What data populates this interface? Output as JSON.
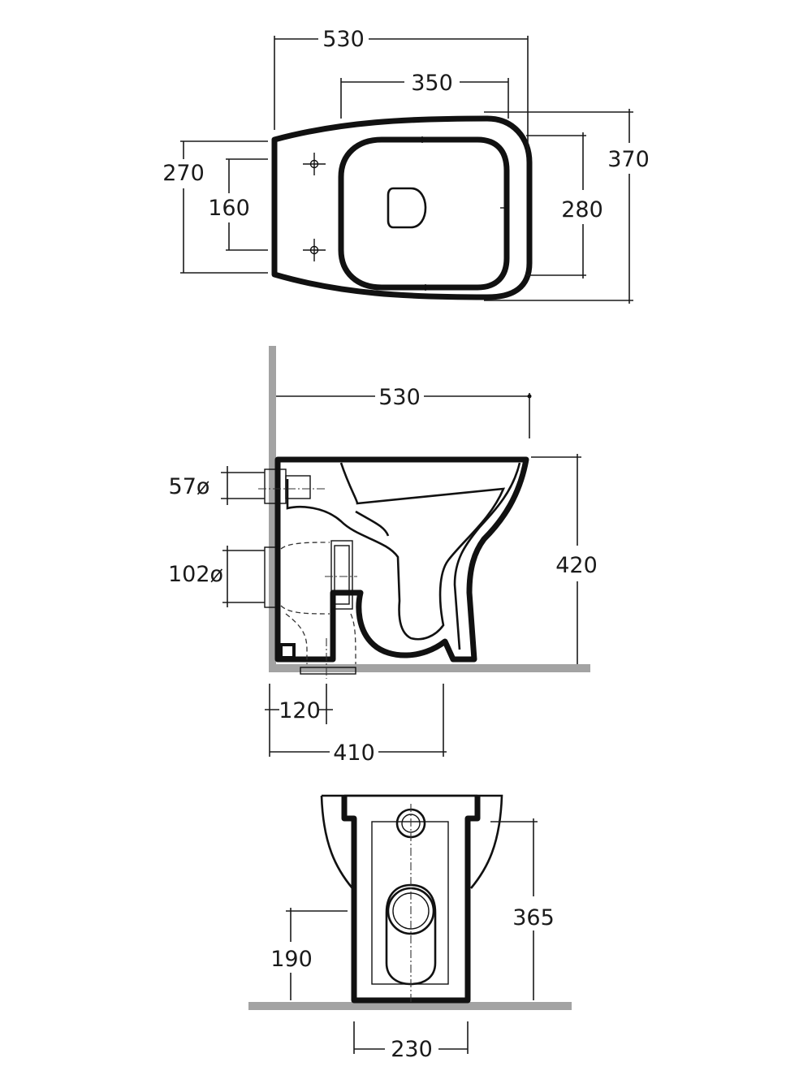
{
  "palette": {
    "line": "#111111",
    "wall": "#a3a3a3",
    "background": "#ffffff"
  },
  "top_view": {
    "overall_length": "530",
    "seat_length": "350",
    "overall_width": "270",
    "fixing_spacing": "160",
    "depth": "370",
    "bowl_width": "280"
  },
  "side_view": {
    "length": "530",
    "inlet_diameter": "57ø",
    "outlet_diameter": "102ø",
    "height": "420",
    "outlet_offset": "120",
    "outlet_to_front": "410"
  },
  "front_view": {
    "overall_height": "365",
    "outlet_height": "190",
    "base_width": "230"
  }
}
